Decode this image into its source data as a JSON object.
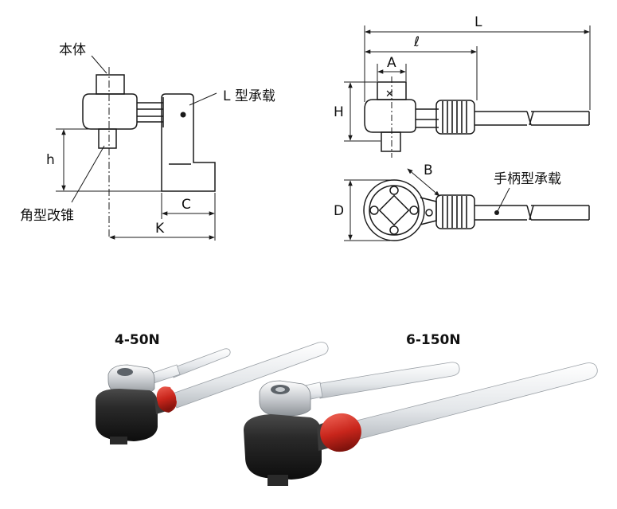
{
  "labels": {
    "body": "本体",
    "l_support": "L 型承载",
    "square_drive": "角型改锥",
    "handle_support": "手柄型承载"
  },
  "dimensions": {
    "h": "h",
    "C": "C",
    "K": "K",
    "L": "L",
    "l": "ℓ",
    "A": "A",
    "H": "H",
    "B": "B",
    "D": "D"
  },
  "models": {
    "small": "4-50N",
    "large": "6-150N"
  },
  "colors": {
    "line": "#1a1a1a",
    "grip_red": "#c8251b",
    "body_black": "#1e1e1e",
    "chrome": "#d9dcdf",
    "handle": "#eef0f2"
  }
}
